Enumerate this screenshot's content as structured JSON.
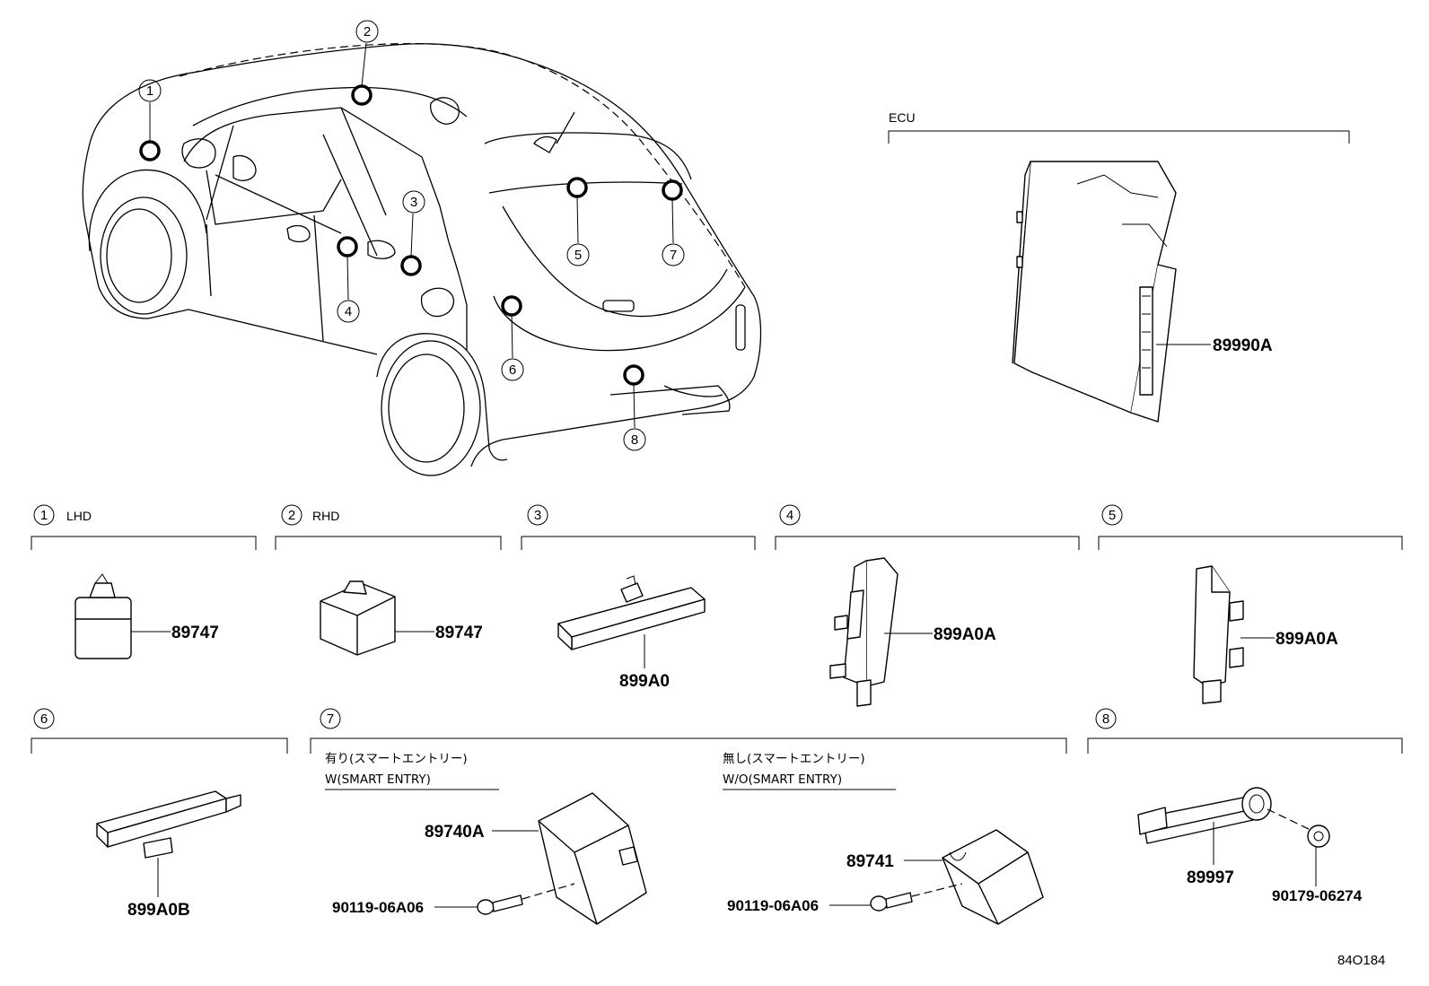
{
  "ecu": {
    "label": "ECU",
    "part_number": "89990A"
  },
  "car_callouts": [
    "1",
    "2",
    "3",
    "4",
    "5",
    "6",
    "7",
    "8"
  ],
  "sections": {
    "s1": {
      "num": "1",
      "label": "LHD",
      "part_number": "89747"
    },
    "s2": {
      "num": "2",
      "label": "RHD",
      "part_number": "89747"
    },
    "s3": {
      "num": "3",
      "part_number": "899A0"
    },
    "s4": {
      "num": "4",
      "part_number": "899A0A"
    },
    "s5": {
      "num": "5",
      "part_number": "899A0A"
    },
    "s6": {
      "num": "6",
      "part_number": "899A0B"
    },
    "s7": {
      "num": "7",
      "with": {
        "caption_jp": "有り(スマートエントリー)",
        "caption_en": "W(SMART ENTRY)",
        "part_number": "89740A",
        "bolt_number": "90119-06A06"
      },
      "without": {
        "caption_jp": "無し(スマートエントリー)",
        "caption_en": "W/O(SMART ENTRY)",
        "part_number": "89741",
        "bolt_number": "90119-06A06"
      }
    },
    "s8": {
      "num": "8",
      "part_number": "89997",
      "clip_number": "90179-06274"
    }
  },
  "figure_id": "84O184"
}
